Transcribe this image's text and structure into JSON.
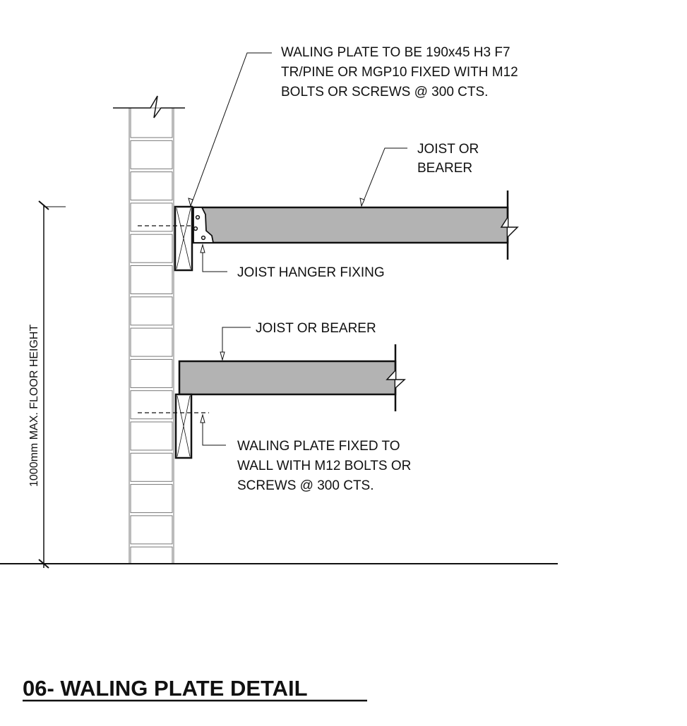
{
  "notes": {
    "waling_plate_top": [
      "WALING PLATE TO BE 190x45 H3 F7",
      "TR/PINE OR MGP10 FIXED WITH M12",
      "BOLTS OR SCREWS @ 300 CTS."
    ],
    "joist_top": [
      "JOIST OR",
      "BEARER"
    ],
    "hanger": "JOIST HANGER FIXING",
    "joist_bottom": "JOIST OR BEARER",
    "waling_plate_bottom": [
      "WALING PLATE FIXED TO",
      "WALL WITH M12 BOLTS OR",
      "SCREWS @ 300 CTS."
    ]
  },
  "dimension": "1000mm MAX. FLOOR HEIGHT",
  "title": "06- WALING PLATE DETAIL",
  "colors": {
    "joist_fill": "#b3b3b3",
    "line": "#111111"
  }
}
